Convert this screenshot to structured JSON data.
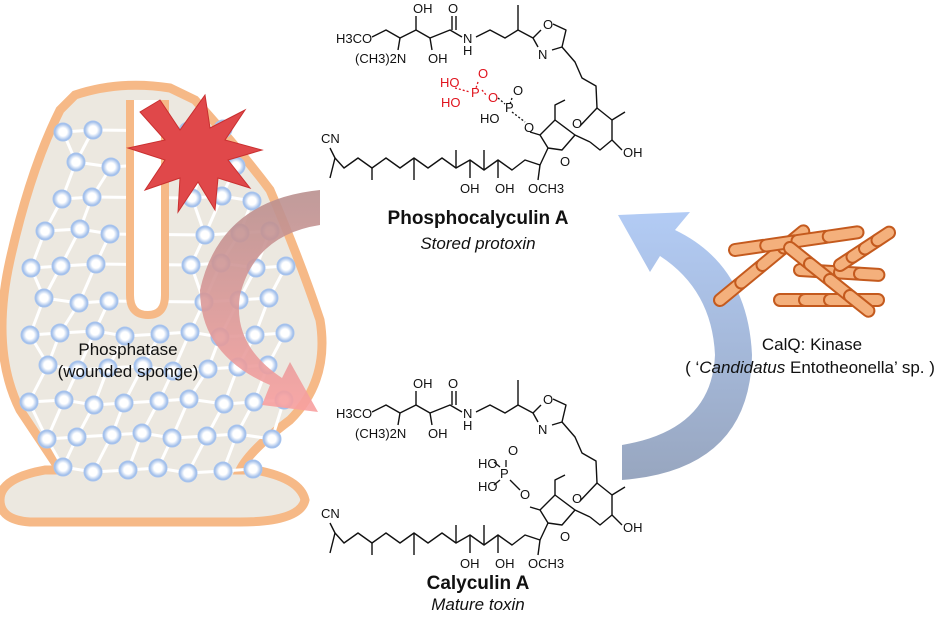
{
  "top_compound": {
    "name": "Phosphocalyculin A",
    "role": "Stored protoxin",
    "atoms": {
      "methoxy": "H3CO",
      "dimethylamino": "(CH3)2N",
      "oh1": "OH",
      "oh2": "OH",
      "carbonyl_o": "O",
      "amide_n": "N",
      "amide_h": "H",
      "oxazole_o": "O",
      "oxazole_n": "N",
      "pp_ho1": "HO",
      "pp_ho2": "HO",
      "pp_p1": "P",
      "pp_o1": "O",
      "pp_o_bridge": "O",
      "pp_o2": "O",
      "pp_p2": "P",
      "pp_ho3": "HO",
      "pp_o_ester": "O",
      "ring_o": "O",
      "ring_oh": "OH",
      "furan_o": "O",
      "cn": "CN",
      "chain_oh1": "OH",
      "chain_oh2": "OH",
      "chain_ome": "OCH3"
    },
    "phosphate_color": "#e0141e"
  },
  "bottom_compound": {
    "name": "Calyculin A",
    "role": "Mature toxin",
    "atoms": {
      "methoxy": "H3CO",
      "dimethylamino": "(CH3)2N",
      "oh1": "OH",
      "oh2": "OH",
      "carbonyl_o": "O",
      "amide_n": "N",
      "amide_h": "H",
      "oxazole_o": "O",
      "oxazole_n": "N",
      "p_ho1": "HO",
      "p_p": "P",
      "p_o": "O",
      "p_ho2": "HO",
      "p_o_ester": "O",
      "ring_o": "O",
      "ring_oh": "OH",
      "furan_o": "O",
      "cn": "CN",
      "chain_oh1": "OH",
      "chain_oh2": "OH",
      "chain_ome": "OCH3"
    }
  },
  "sponge": {
    "label": "Phosphatase",
    "sublabel": "(wounded sponge)"
  },
  "bacterium": {
    "label": "CalQ: Kinase",
    "sublabel_open": "( ‘",
    "sublabel_italic": "Candidatus",
    "sublabel_rest": " Entotheonella’ sp. )"
  },
  "colors": {
    "sponge_outline": "#f6b987",
    "sponge_fill": "#ece8e0",
    "cell_blue": "#8fb2e6",
    "wound_red": "#e0484a",
    "bacteria_orange": "#f0a870",
    "dephosphorylation_arrow": "#f39a9a",
    "phosphorylation_arrow": "#a8c2ee"
  }
}
